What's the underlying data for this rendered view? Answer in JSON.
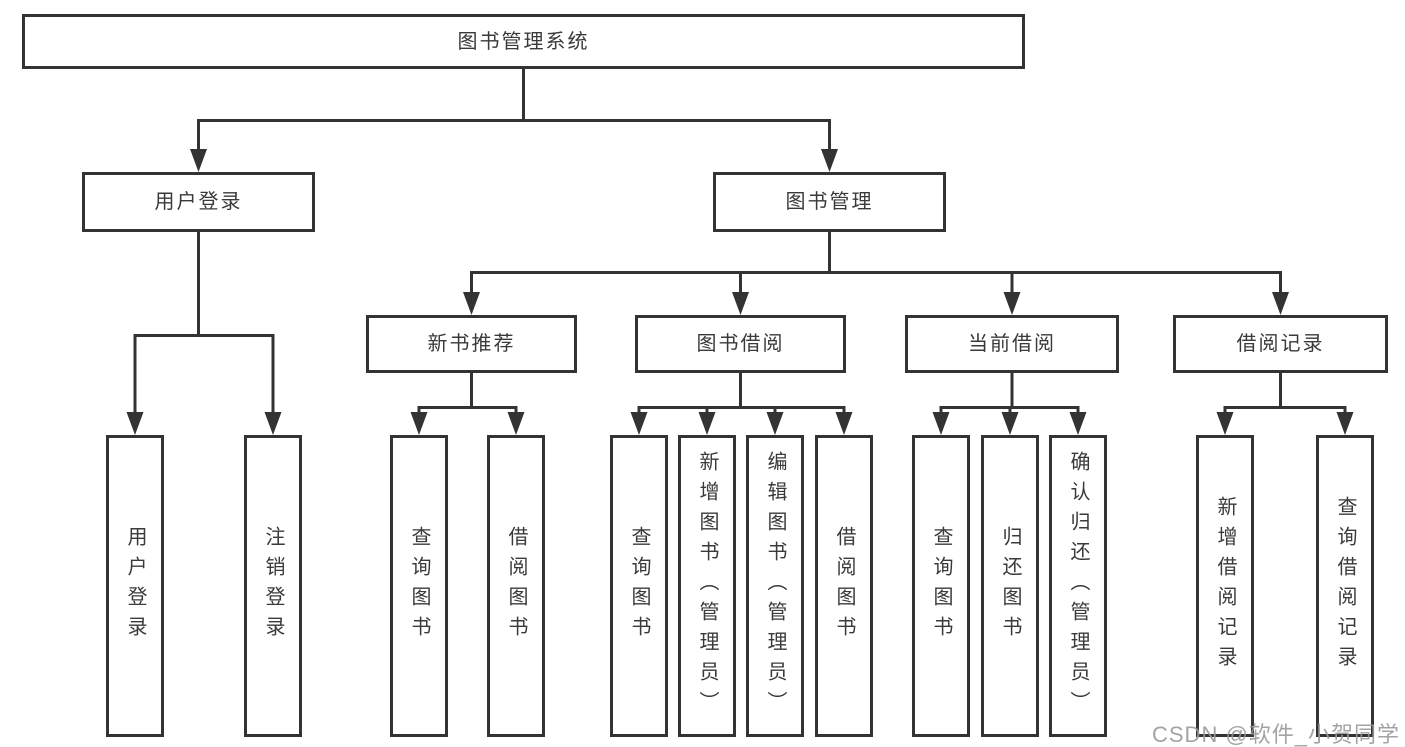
{
  "colors": {
    "line": "#333333",
    "text": "#3a3a3a",
    "background": "#ffffff",
    "watermark": "#9a9a9a"
  },
  "watermark": {
    "text": "CSDN @软件_小贺同学"
  },
  "diagram": {
    "type": "tree",
    "root": {
      "label": "图书管理系统",
      "children": [
        {
          "label": "用户登录",
          "children": [
            {
              "label": "用户登录"
            },
            {
              "label": "注销登录"
            }
          ]
        },
        {
          "label": "图书管理",
          "children": [
            {
              "label": "新书推荐",
              "children": [
                {
                  "label": "查询图书"
                },
                {
                  "label": "借阅图书"
                }
              ]
            },
            {
              "label": "图书借阅",
              "children": [
                {
                  "label": "查询图书"
                },
                {
                  "label": "新增图书（管理员）"
                },
                {
                  "label": "编辑图书（管理员）"
                },
                {
                  "label": "借阅图书"
                }
              ]
            },
            {
              "label": "当前借阅",
              "children": [
                {
                  "label": "查询图书"
                },
                {
                  "label": "归还图书"
                },
                {
                  "label": "确认归还（管理员）"
                }
              ]
            },
            {
              "label": "借阅记录",
              "children": [
                {
                  "label": "新增借阅记录"
                },
                {
                  "label": "查询借阅记录"
                }
              ]
            }
          ]
        }
      ]
    }
  }
}
